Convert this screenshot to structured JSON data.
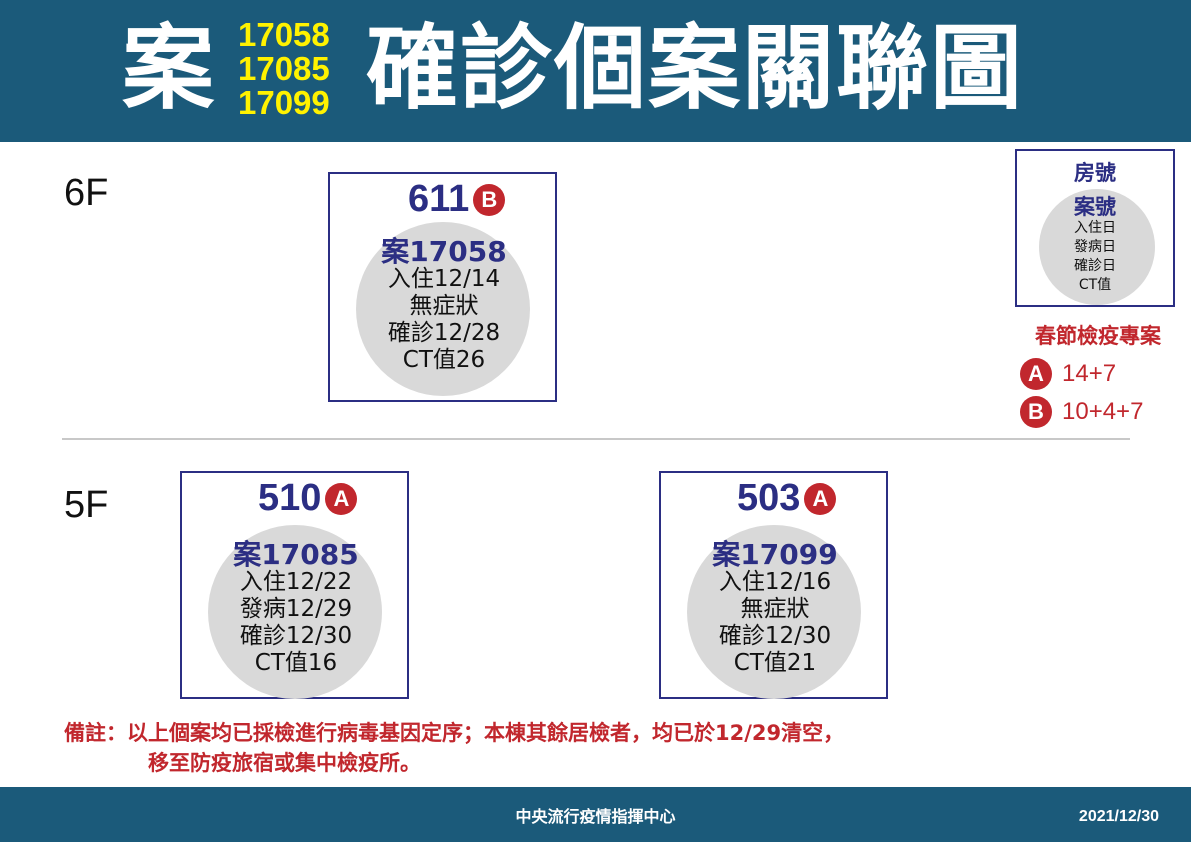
{
  "header": {
    "title_prefix": "案",
    "case_numbers": [
      "17058",
      "17085",
      "17099"
    ],
    "title_suffix": "確診個案關聯圖"
  },
  "floors": {
    "f6_label": "6F",
    "f5_label": "5F"
  },
  "rooms": [
    {
      "room": "611",
      "badge": "B",
      "case": "案17058",
      "lines": [
        "入住12/14",
        "無症狀",
        "確診12/28",
        "CT值26"
      ]
    },
    {
      "room": "510",
      "badge": "A",
      "case": "案17085",
      "lines": [
        "入住12/22",
        "發病12/29",
        "確診12/30",
        "CT值16"
      ]
    },
    {
      "room": "503",
      "badge": "A",
      "case": "案17099",
      "lines": [
        "入住12/16",
        "無症狀",
        "確診12/30",
        "CT值21"
      ]
    }
  ],
  "legend": {
    "title": "房號",
    "case": "案號",
    "lines": [
      "入住日",
      "發病日",
      "確診日",
      "CT值"
    ]
  },
  "spring_festival": {
    "title": "春節檢疫專案",
    "items": [
      {
        "badge": "A",
        "text": "14+7"
      },
      {
        "badge": "B",
        "text": "10+4+7"
      }
    ]
  },
  "note": {
    "line1": "備註：以上個案均已採檢進行病毒基因定序；本棟其餘居檢者，均已於12/29清空，",
    "line2": "移至防疫旅宿或集中檢疫所。"
  },
  "footer": {
    "org": "中央流行疫情指揮中心",
    "date": "2021/12/30"
  },
  "colors": {
    "header_bg": "#1b5a7a",
    "case_number": "#fff200",
    "room_border": "#2b2e83",
    "badge": "#c1272d",
    "circle": "#d9d9d9"
  }
}
